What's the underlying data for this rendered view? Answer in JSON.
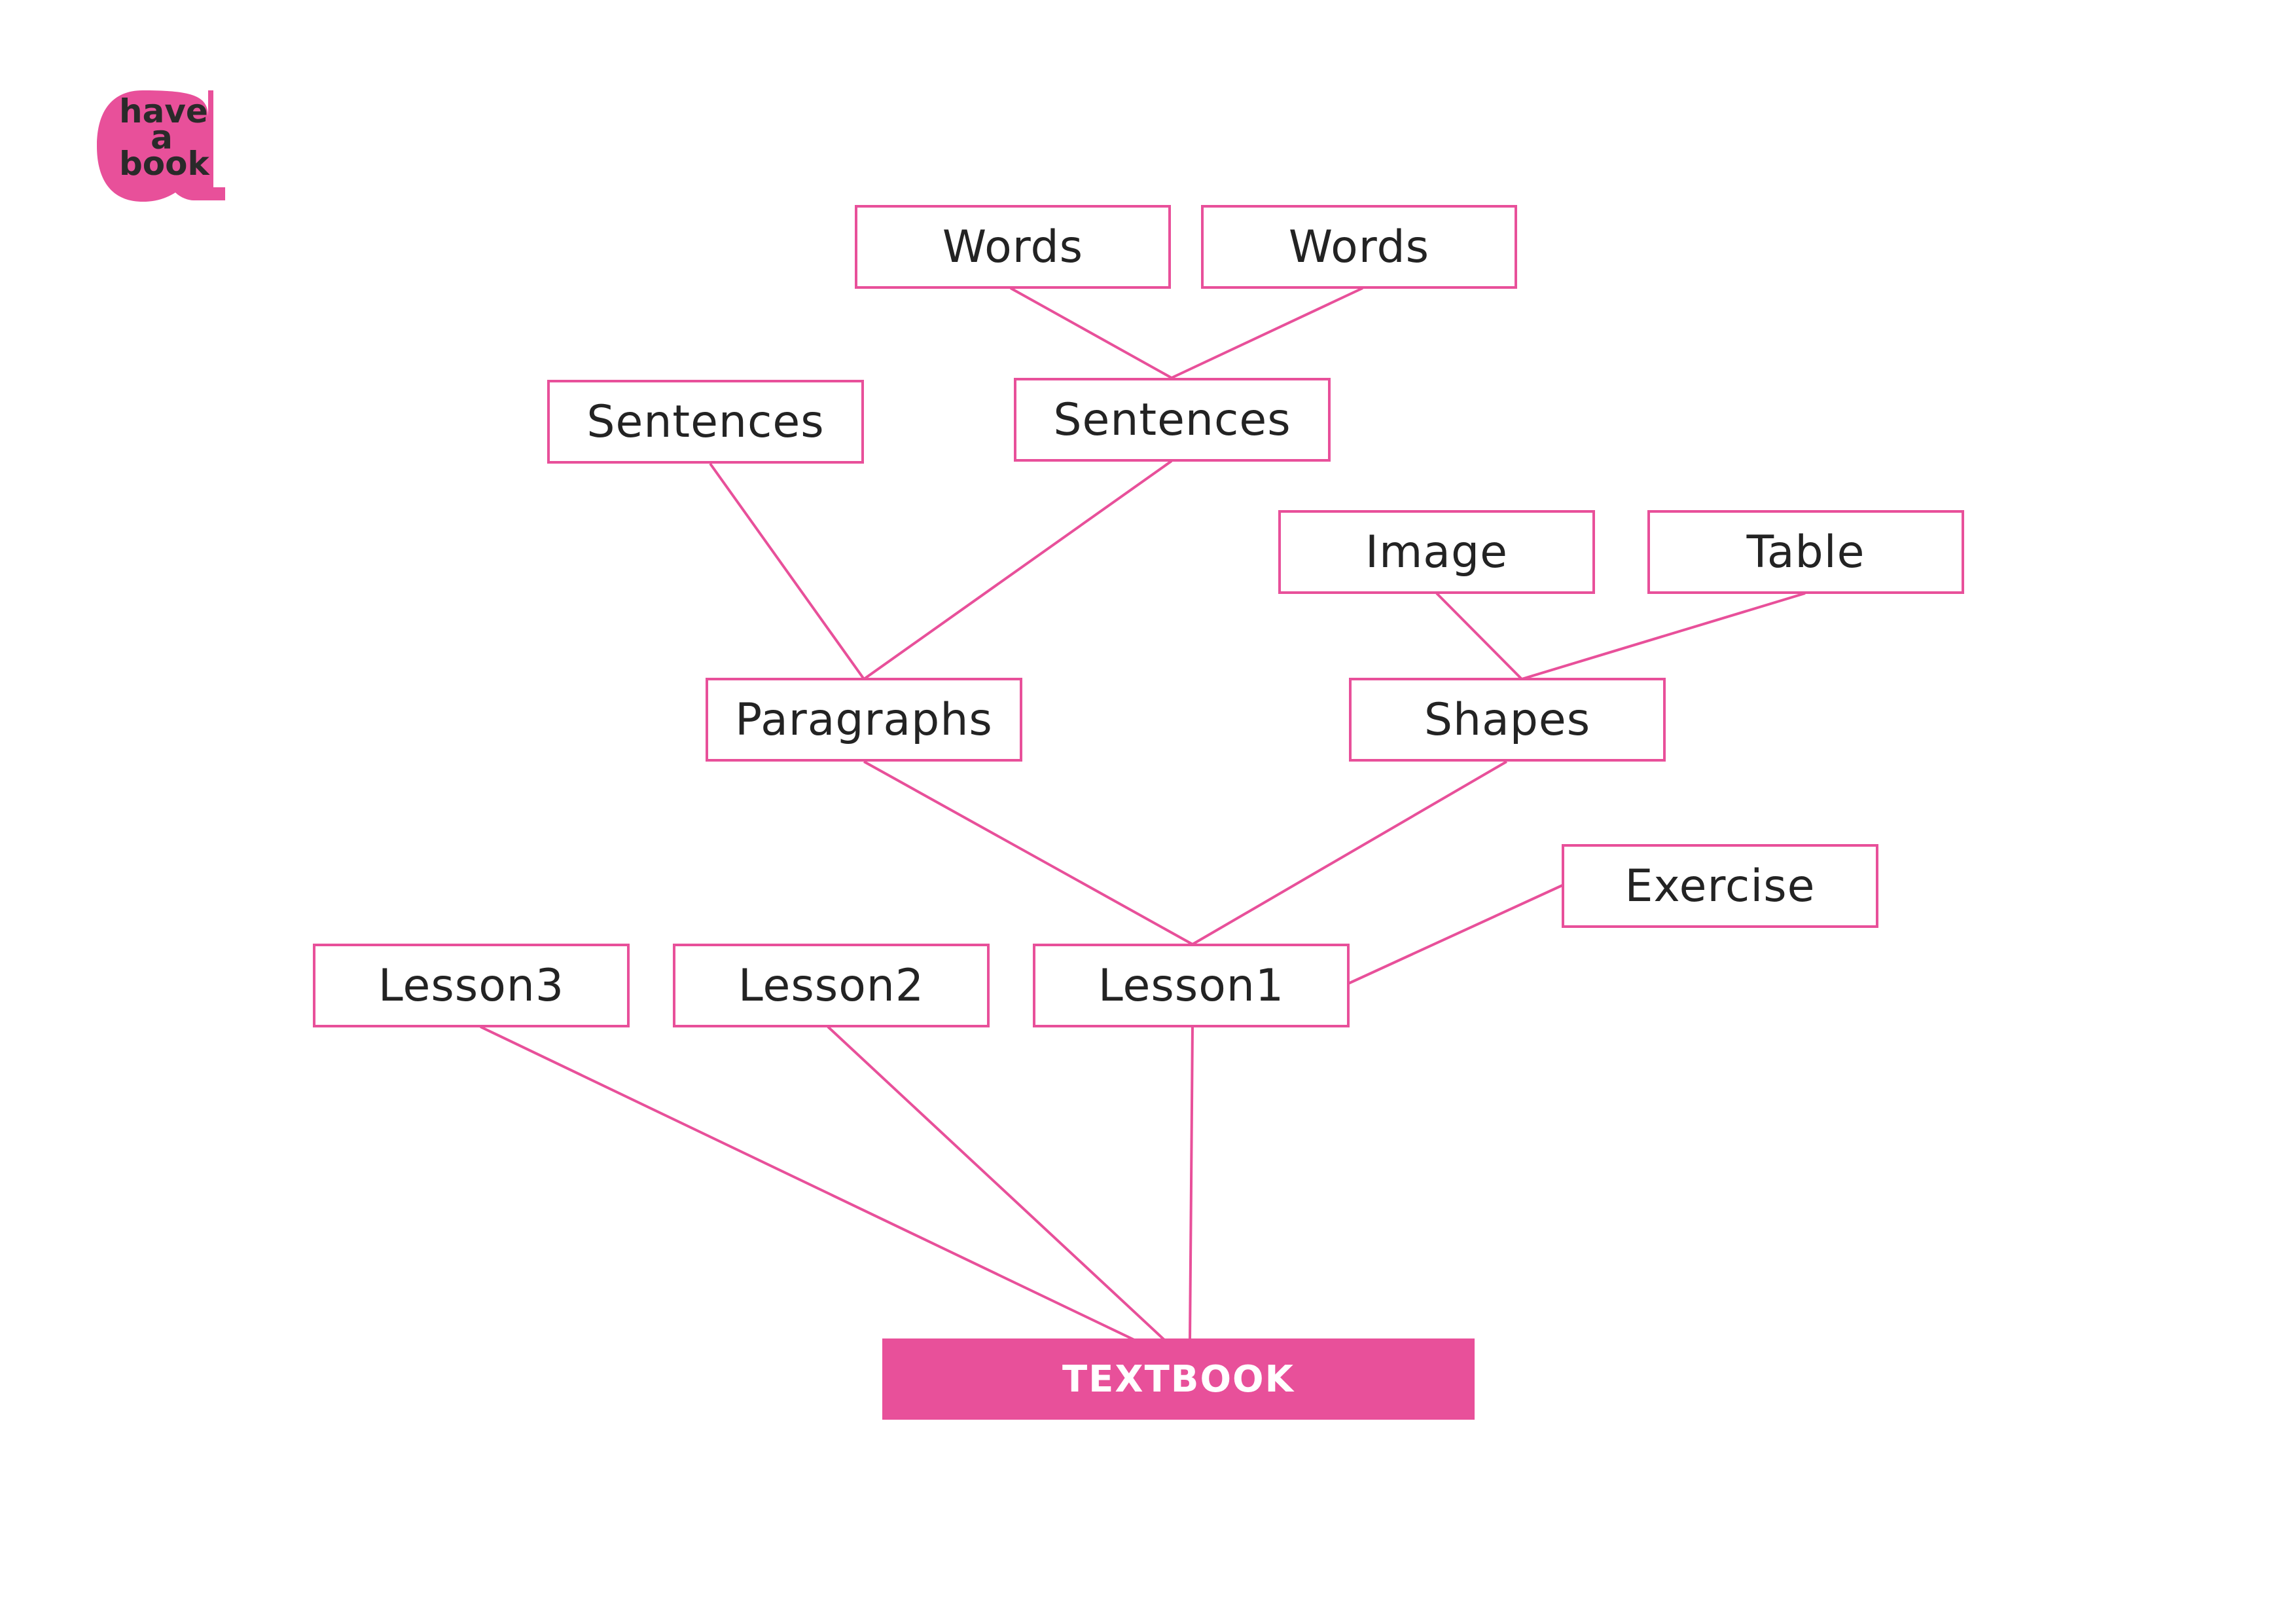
{
  "logo": {
    "lines": [
      "have",
      "a",
      "book"
    ],
    "color": "#e8509a"
  },
  "diagram": {
    "accent_color": "#e8509a",
    "text_color": "#232323",
    "nodes": {
      "words_1": "Words",
      "words_2": "Words",
      "sentences_1": "Sentences",
      "sentences_2": "Sentences",
      "image": "Image",
      "table": "Table",
      "paragraphs": "Paragraphs",
      "shapes": "Shapes",
      "exercise": "Exercise",
      "lesson3": "Lesson3",
      "lesson2": "Lesson2",
      "lesson1": "Lesson1",
      "textbook": "TEXTBOOK"
    },
    "edges": [
      [
        "words_1",
        "sentences_2"
      ],
      [
        "words_2",
        "sentences_2"
      ],
      [
        "sentences_1",
        "paragraphs"
      ],
      [
        "sentences_2",
        "paragraphs"
      ],
      [
        "image",
        "shapes"
      ],
      [
        "table",
        "shapes"
      ],
      [
        "paragraphs",
        "lesson1"
      ],
      [
        "shapes",
        "lesson1"
      ],
      [
        "exercise",
        "lesson1"
      ],
      [
        "lesson3",
        "textbook"
      ],
      [
        "lesson2",
        "textbook"
      ],
      [
        "lesson1",
        "textbook"
      ]
    ]
  }
}
